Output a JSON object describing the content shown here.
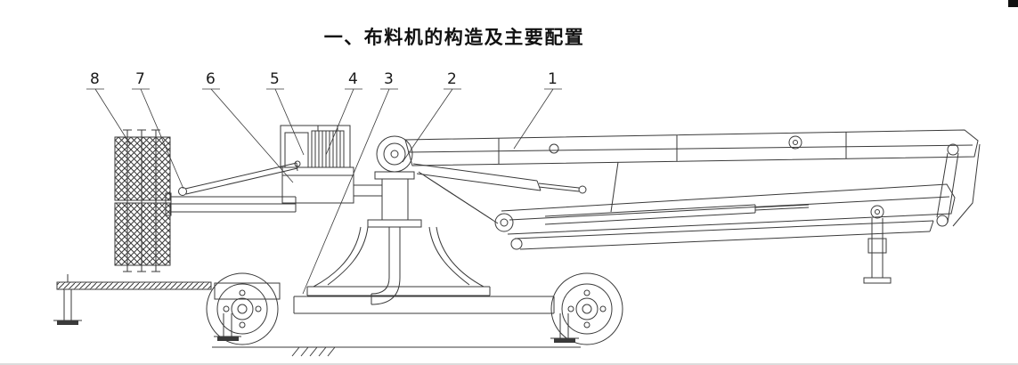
{
  "page": {
    "title": "一、布料机的构造及主要配置",
    "background": "#ffffff",
    "line_color": "#3a3a3a"
  },
  "diagram": {
    "description": "placing-boom-machine-side-view-technical-drawing",
    "callouts": [
      {
        "label": "8"
      },
      {
        "label": "7"
      },
      {
        "label": "6"
      },
      {
        "label": "5"
      },
      {
        "label": "4"
      },
      {
        "label": "3"
      },
      {
        "label": "2"
      },
      {
        "label": "1"
      }
    ]
  }
}
